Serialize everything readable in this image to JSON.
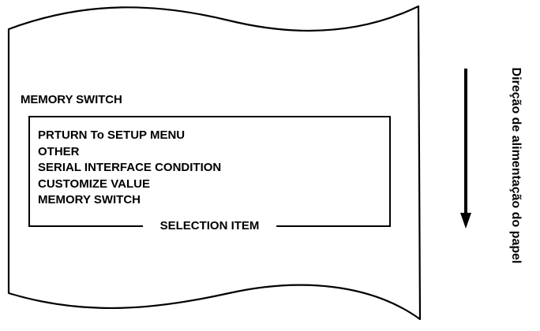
{
  "paper": {
    "heading": "MEMORY SWITCH",
    "menu_items": [
      "PRTURN To SETUP MENU",
      "OTHER",
      "SERIAL INTERFACE CONDITION",
      "CUSTOMIZE VALUE",
      "MEMORY SWITCH"
    ],
    "box_caption": "SELECTION ITEM"
  },
  "feed": {
    "label": "Direção de alimentação do papel"
  }
}
